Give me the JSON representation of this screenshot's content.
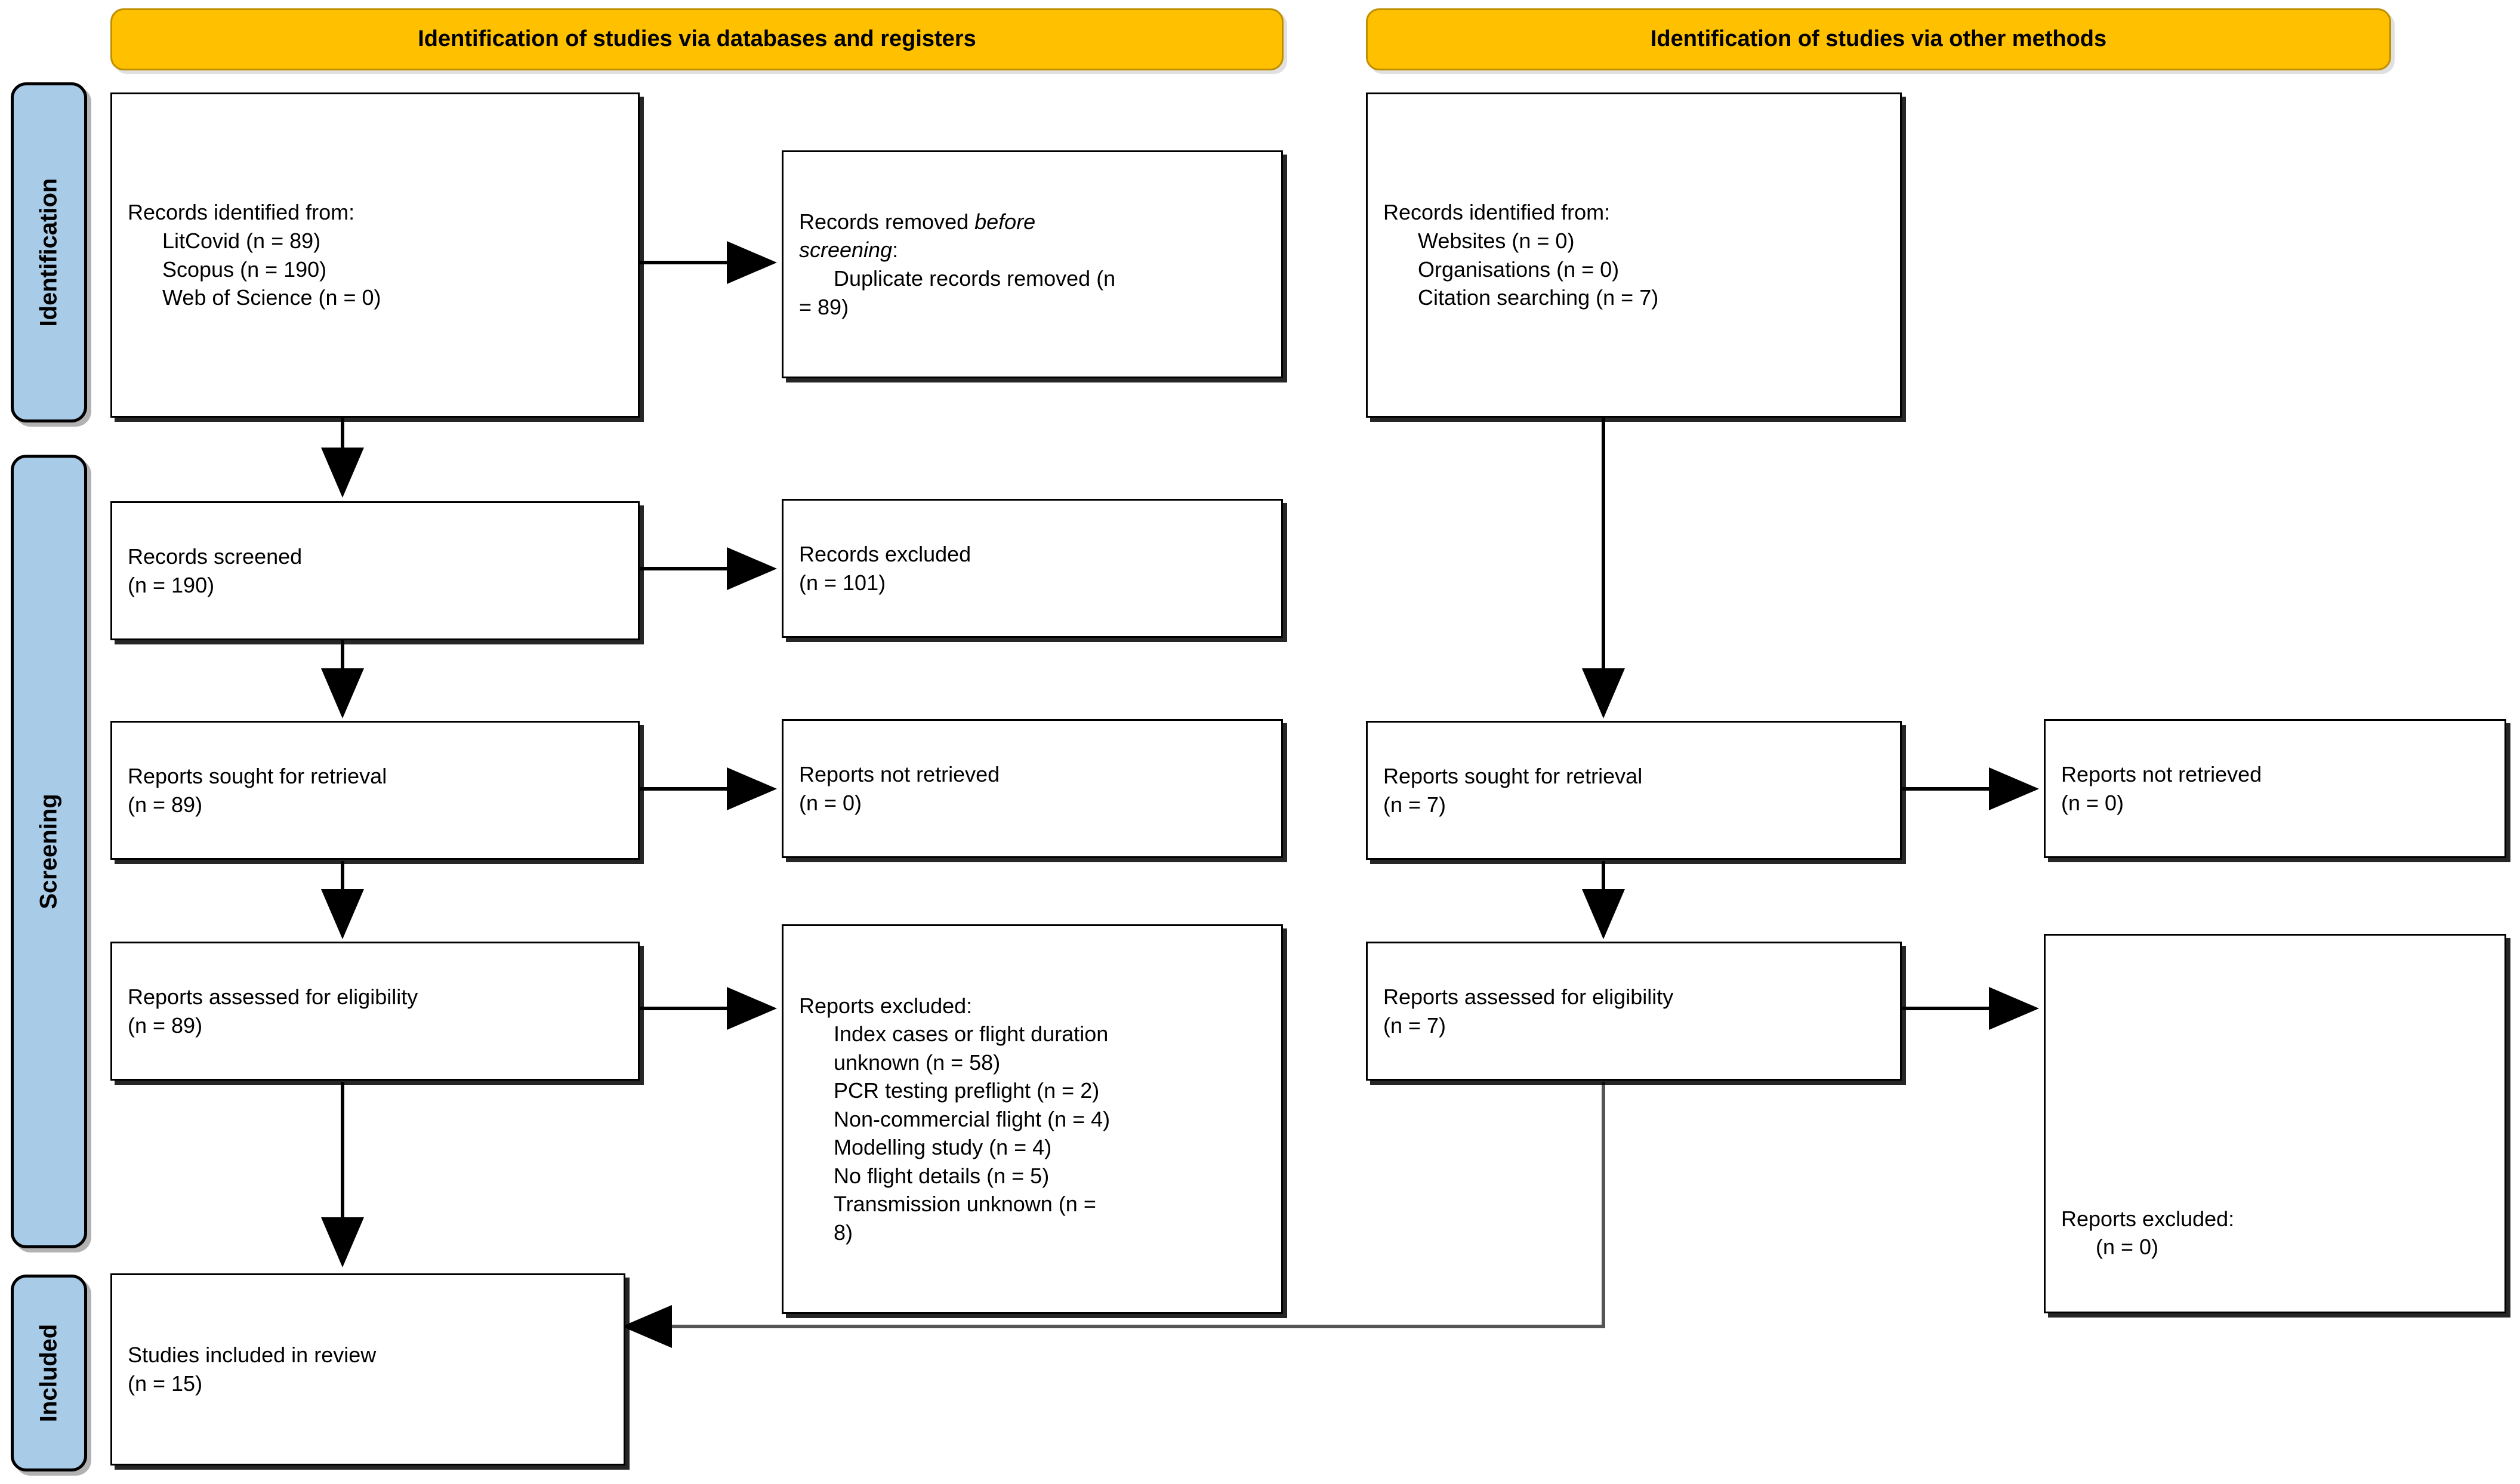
{
  "diagram": {
    "title": "PRISMA 2020 flow diagram",
    "colors": {
      "header_fill": "#FFC000",
      "header_border": "#BF8F00",
      "phase_fill": "#A8CBE8",
      "box_border": "#000000"
    }
  },
  "headers": {
    "databases": "Identification of studies via databases and registers",
    "other": "Identification of studies via other methods"
  },
  "phases": {
    "identification": "Identification",
    "screening": "Screening",
    "included": "Included"
  },
  "left_column": {
    "records_identified": {
      "title": "Records identified from:",
      "items": [
        "LitCovid (n = 89)",
        "Scopus (n = 190)",
        "Web of Science (n = 0)"
      ]
    },
    "records_removed": {
      "title_part1": "Records removed ",
      "title_italic1": "before",
      "title_italic2": "screening",
      "title_colon": ":",
      "items": [
        "Duplicate records removed (n",
        "= 89)"
      ]
    },
    "records_screened": {
      "line1": "Records screened",
      "line2": "(n = 190)"
    },
    "records_excluded": {
      "line1": "Records excluded",
      "line2": "(n = 101)"
    },
    "reports_sought": {
      "line1": "Reports sought for retrieval",
      "line2": "(n = 89)"
    },
    "reports_not_retrieved": {
      "line1": "Reports not retrieved",
      "line2": "(n = 0)"
    },
    "reports_assessed": {
      "line1": "Reports assessed for eligibility",
      "line2": "(n = 89)"
    },
    "reports_excluded": {
      "title": "Reports excluded:",
      "items": [
        "Index cases or flight duration",
        "unknown (n = 58)",
        "PCR testing preflight (n = 2)",
        "Non-commercial flight (n = 4)",
        "Modelling study (n = 4)",
        "No flight details (n = 5)",
        "Transmission unknown (n =",
        "8)"
      ]
    },
    "studies_included": {
      "line1": "Studies included in review",
      "line2": "(n = 15)"
    }
  },
  "right_column": {
    "records_identified": {
      "title": "Records identified from:",
      "items": [
        "Websites (n = 0)",
        "Organisations (n = 0)",
        "Citation searching (n = 7)"
      ]
    },
    "reports_sought": {
      "line1": "Reports sought for retrieval",
      "line2": "(n = 7)"
    },
    "reports_not_retrieved": {
      "line1": "Reports not retrieved",
      "line2": "(n = 0)"
    },
    "reports_assessed": {
      "line1": "Reports assessed for eligibility",
      "line2": "(n = 7)"
    },
    "reports_excluded": {
      "title": "Reports excluded:",
      "items": [
        "(n = 0)"
      ]
    }
  },
  "chart_data": {
    "type": "table",
    "title": "PRISMA 2020 flow of information",
    "flows": [
      {
        "stage": "Identification (databases/registers)",
        "label": "LitCovid",
        "n": 89
      },
      {
        "stage": "Identification (databases/registers)",
        "label": "Scopus",
        "n": 190
      },
      {
        "stage": "Identification (databases/registers)",
        "label": "Web of Science",
        "n": 0
      },
      {
        "stage": "Identification (databases/registers)",
        "label": "Duplicate records removed",
        "n": 89
      },
      {
        "stage": "Screening (databases/registers)",
        "label": "Records screened",
        "n": 190
      },
      {
        "stage": "Screening (databases/registers)",
        "label": "Records excluded",
        "n": 101
      },
      {
        "stage": "Screening (databases/registers)",
        "label": "Reports sought for retrieval",
        "n": 89
      },
      {
        "stage": "Screening (databases/registers)",
        "label": "Reports not retrieved",
        "n": 0
      },
      {
        "stage": "Screening (databases/registers)",
        "label": "Reports assessed for eligibility",
        "n": 89
      },
      {
        "stage": "Screening (databases/registers)",
        "label": "Excluded: Index cases or flight duration unknown",
        "n": 58
      },
      {
        "stage": "Screening (databases/registers)",
        "label": "Excluded: PCR testing preflight",
        "n": 2
      },
      {
        "stage": "Screening (databases/registers)",
        "label": "Excluded: Non-commercial flight",
        "n": 4
      },
      {
        "stage": "Screening (databases/registers)",
        "label": "Excluded: Modelling study",
        "n": 4
      },
      {
        "stage": "Screening (databases/registers)",
        "label": "Excluded: No flight details",
        "n": 5
      },
      {
        "stage": "Screening (databases/registers)",
        "label": "Excluded: Transmission unknown",
        "n": 8
      },
      {
        "stage": "Identification (other methods)",
        "label": "Websites",
        "n": 0
      },
      {
        "stage": "Identification (other methods)",
        "label": "Organisations",
        "n": 0
      },
      {
        "stage": "Identification (other methods)",
        "label": "Citation searching",
        "n": 7
      },
      {
        "stage": "Screening (other methods)",
        "label": "Reports sought for retrieval",
        "n": 7
      },
      {
        "stage": "Screening (other methods)",
        "label": "Reports not retrieved",
        "n": 0
      },
      {
        "stage": "Screening (other methods)",
        "label": "Reports assessed for eligibility",
        "n": 7
      },
      {
        "stage": "Screening (other methods)",
        "label": "Reports excluded",
        "n": 0
      },
      {
        "stage": "Included",
        "label": "Studies included in review",
        "n": 15
      }
    ]
  }
}
